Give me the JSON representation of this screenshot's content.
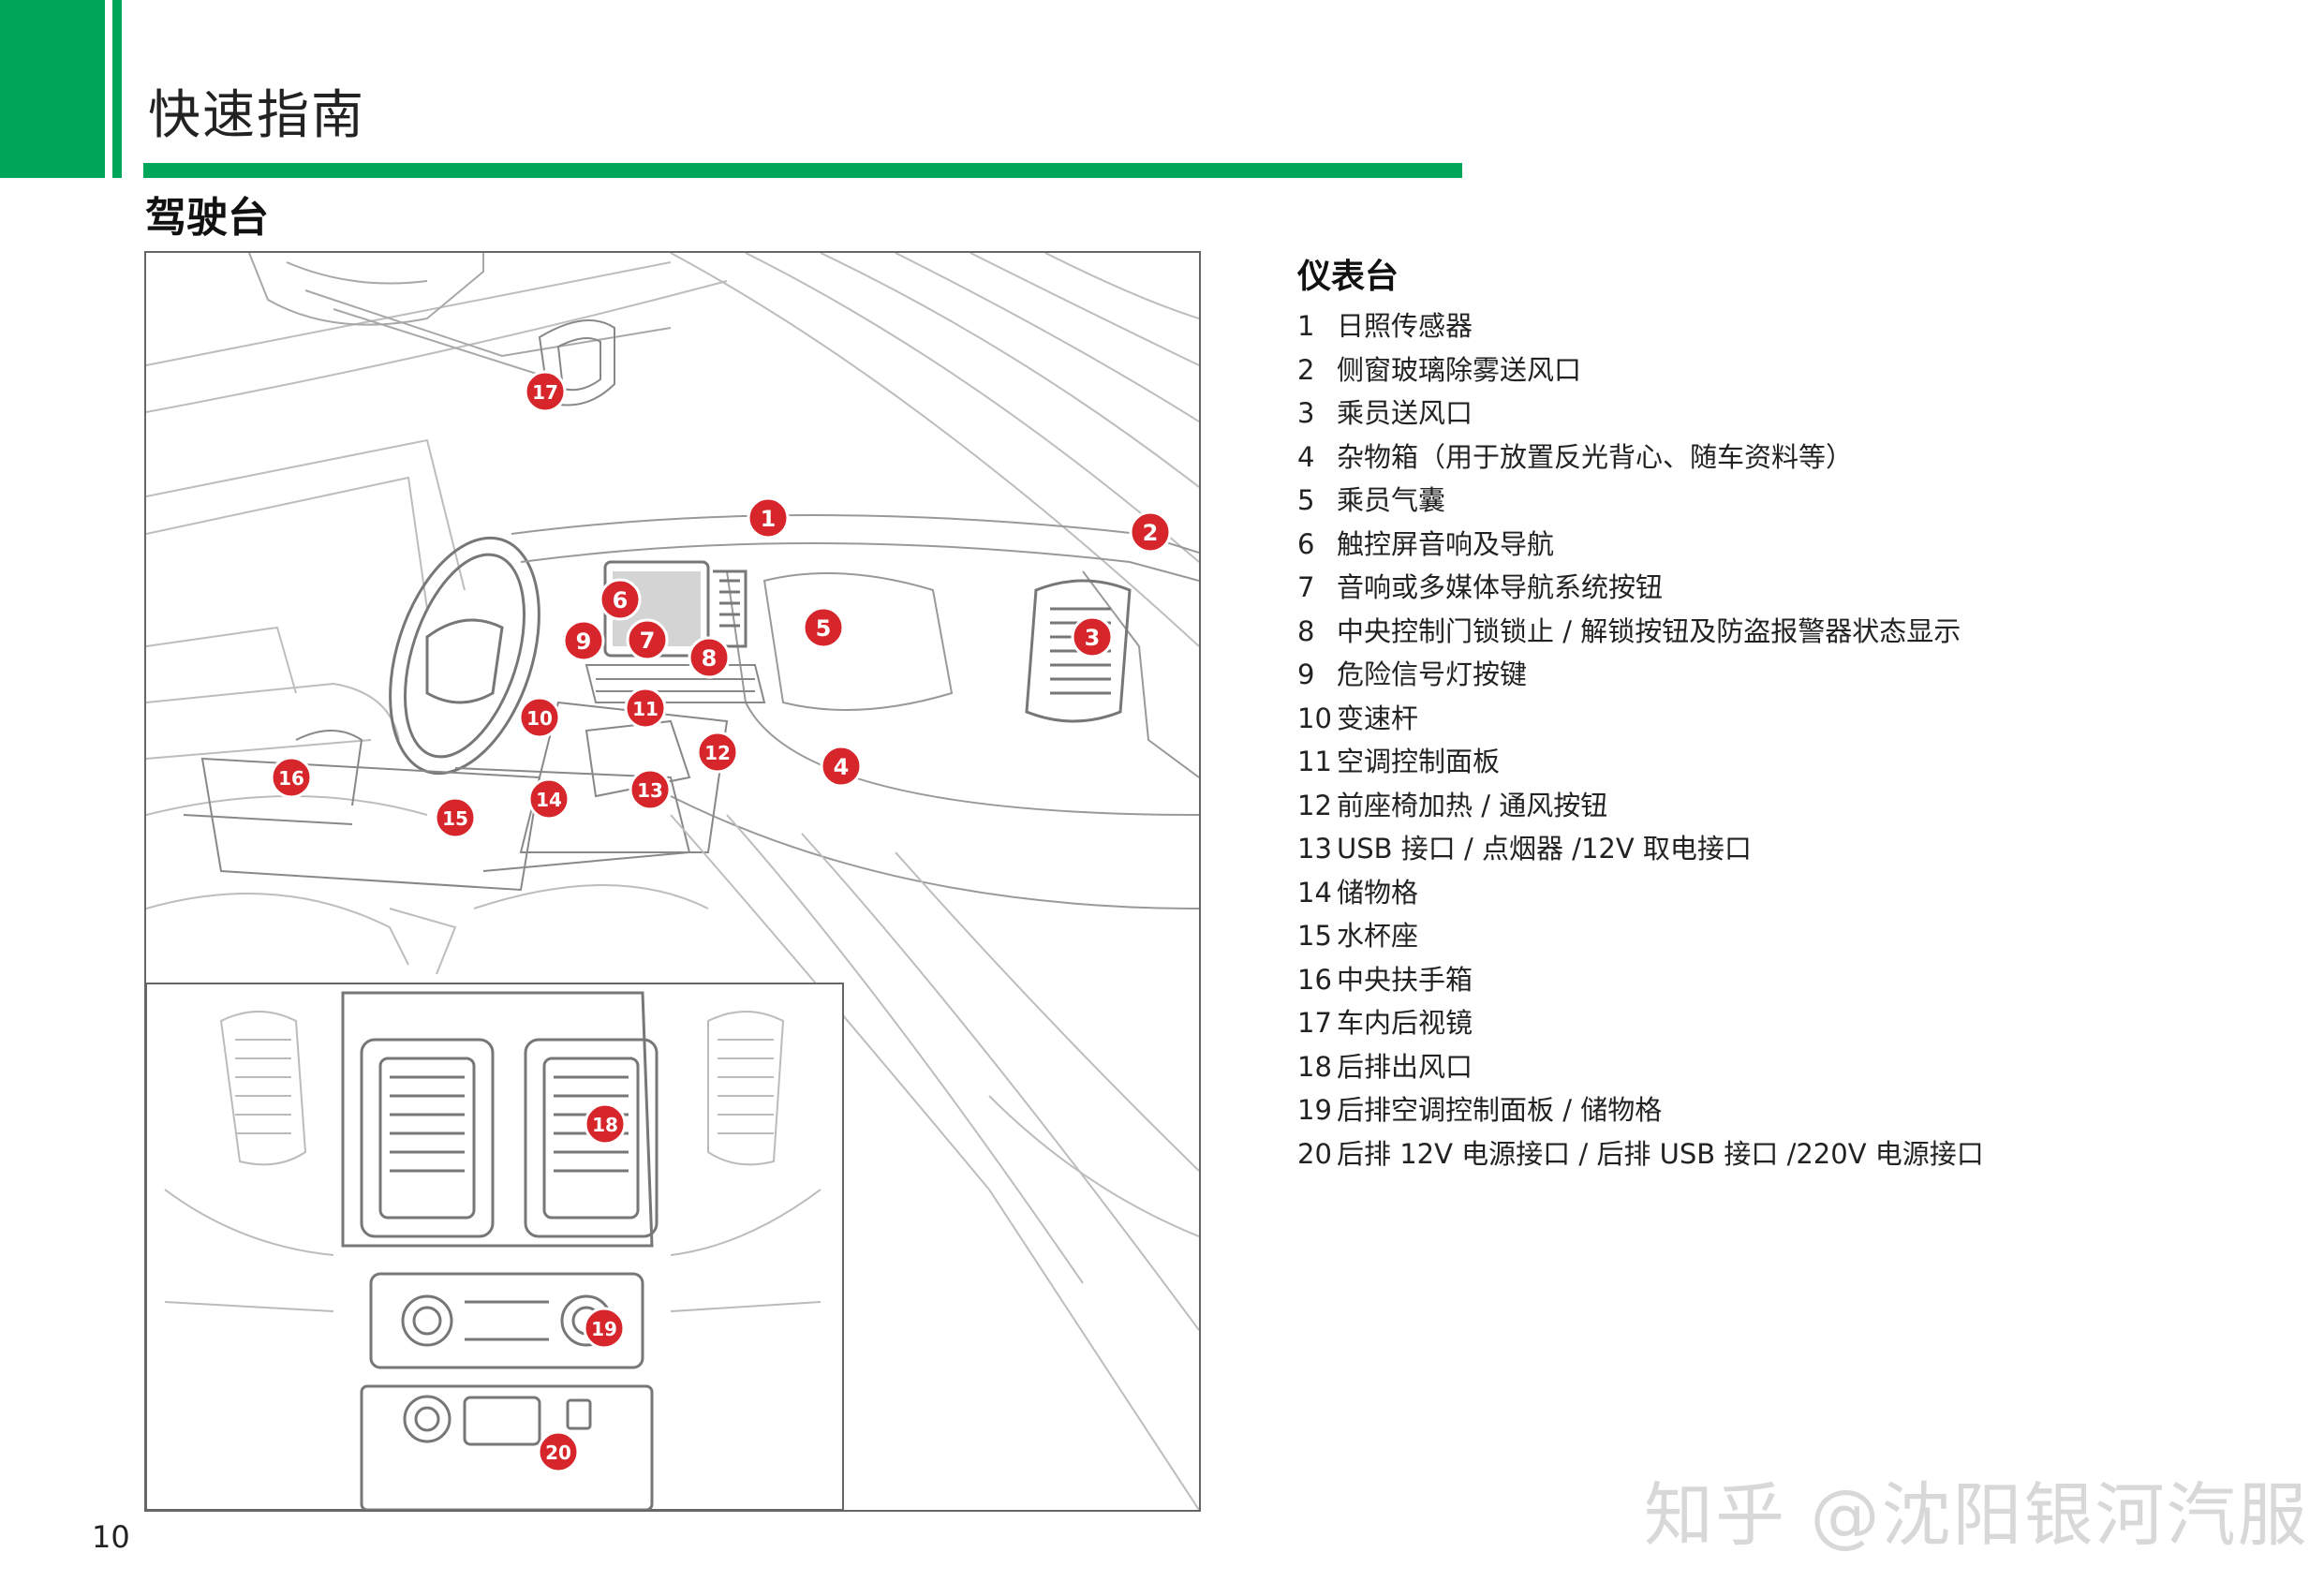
{
  "header": {
    "title": "快速指南",
    "section": "驾驶台"
  },
  "colors": {
    "brand_green": "#00a65a",
    "callout_red": "#d7262b"
  },
  "legend": {
    "title": "仪表台",
    "items": [
      {
        "num": "1",
        "text": "日照传感器"
      },
      {
        "num": "2",
        "text": "侧窗玻璃除雾送风口"
      },
      {
        "num": "3",
        "text": "乘员送风口"
      },
      {
        "num": "4",
        "text": "杂物箱（用于放置反光背心、随车资料等）"
      },
      {
        "num": "5",
        "text": "乘员气囊"
      },
      {
        "num": "6",
        "text": "触控屏音响及导航"
      },
      {
        "num": "7",
        "text": "音响或多媒体导航系统按钮"
      },
      {
        "num": "8",
        "text": "中央控制门锁锁止 / 解锁按钮及防盗报警器状态显示"
      },
      {
        "num": "9",
        "text": "危险信号灯按键"
      },
      {
        "num": "10",
        "text": "变速杆"
      },
      {
        "num": "11",
        "text": "空调控制面板"
      },
      {
        "num": "12",
        "text": "前座椅加热 / 通风按钮"
      },
      {
        "num": "13",
        "text": "USB 接口 / 点烟器 /12V 取电接口"
      },
      {
        "num": "14",
        "text": "储物格"
      },
      {
        "num": "15",
        "text": "水杯座"
      },
      {
        "num": "16",
        "text": "中央扶手箱"
      },
      {
        "num": "17",
        "text": "车内后视镜"
      },
      {
        "num": "18",
        "text": "后排出风口"
      },
      {
        "num": "19",
        "text": "后排空调控制面板 / 储物格"
      },
      {
        "num": "20",
        "text": "后排 12V 电源接口 / 后排 USB 接口 /220V 电源接口"
      }
    ]
  },
  "callouts": [
    "1",
    "2",
    "3",
    "4",
    "5",
    "6",
    "7",
    "8",
    "9",
    "10",
    "11",
    "12",
    "13",
    "14",
    "15",
    "16",
    "17",
    "18",
    "19",
    "20"
  ],
  "page_number": "10",
  "watermark": "知乎 @沈阳银河汽服"
}
